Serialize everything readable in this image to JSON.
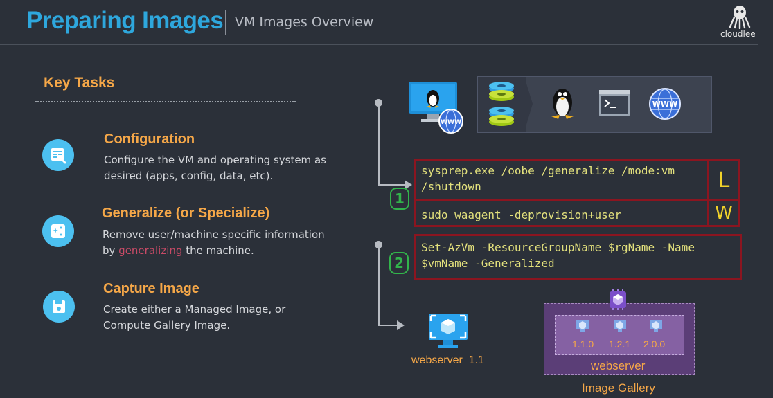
{
  "header": {
    "title": "Preparing Images",
    "subtitle": "VM Images Overview",
    "brand": "cloudlee"
  },
  "left_panel": {
    "heading": "Key Tasks",
    "tasks": [
      {
        "title": "Configuration",
        "description": "Configure the VM and operating system as desired (apps, config, data, etc).",
        "icon": "checklist-icon"
      },
      {
        "title": "Generalize  (or Specialize)",
        "description_before": "Remove user/machine specific information by ",
        "description_highlight": "generalizing",
        "description_after": " the machine.",
        "icon": "sparkle-icon"
      },
      {
        "title": "Capture Image",
        "description": "Create either a Managed Image, or Compute Gallery Image.",
        "icon": "save-icon"
      }
    ]
  },
  "diagram": {
    "commands": {
      "windows_line1": "sysprep.exe /oobe /generalize /mode:vm",
      "windows_line2": "/shutdown",
      "windows_tag": "L",
      "linux": "sudo waagent -deprovision+user",
      "linux_tag": "W",
      "powershell_line1": "Set-AzVm -ResourceGroupName $rgName -Name",
      "powershell_line2": "$vmName -Generalized"
    },
    "step_badges": [
      "1",
      "2"
    ],
    "vm_name": "webserver_1.1",
    "gallery": {
      "versions": [
        "1.1.0",
        "1.2.1",
        "2.0.0"
      ],
      "definition": "webserver",
      "label": "Image Gallery"
    },
    "icons": {
      "vm": "linux-vm-www-icon",
      "toolbar": [
        "disk-stack-icon",
        "linux-penguin-icon",
        "terminal-icon",
        "www-globe-icon"
      ],
      "captured_vm": "vm-image-icon",
      "gallery": "compute-gallery-icon"
    }
  },
  "colors": {
    "background": "#2b3039",
    "title": "#2ea7dd",
    "accent_orange": "#f5a748",
    "command_text": "#e2e07c",
    "command_border": "#8b1520",
    "highlight": "#c74a66",
    "badge_green": "#32b44b",
    "gallery_purple": "#5b3e77"
  }
}
